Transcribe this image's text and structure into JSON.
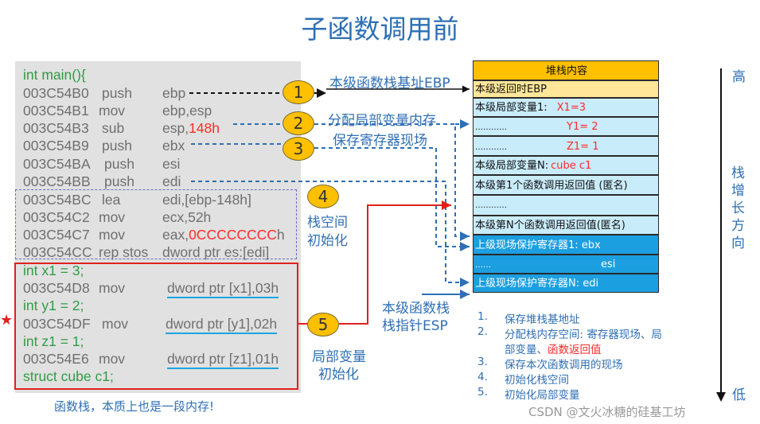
{
  "title": "子函数调用前",
  "code": {
    "header": "int main(){",
    "lines": [
      {
        "addr": "003C54B0",
        "op": "push",
        "arg": "ebp"
      },
      {
        "addr": "003C54B1",
        "op": "mov",
        "arg": "ebp,esp"
      },
      {
        "addr": "003C54B3",
        "op": "sub",
        "arg": "esp,",
        "arg_red": "148h"
      },
      {
        "addr": "003C54B9",
        "op": "push",
        "arg": "ebx"
      },
      {
        "addr": "003C54BA",
        "op": "push",
        "arg": "esi"
      },
      {
        "addr": "003C54BB",
        "op": "push",
        "arg": "edi"
      },
      {
        "addr": "003C54BC",
        "op": "lea",
        "arg": "edi,[ebp-148h]"
      },
      {
        "addr": "003C54C2",
        "op": "mov",
        "arg": "ecx,52h"
      },
      {
        "addr": "003C54C7",
        "op": "mov",
        "arg": "eax,",
        "arg_red": "0CCCCCCCC",
        "arg_tail": "h"
      },
      {
        "addr": "003C54CC",
        "op": "rep stos",
        "arg": "dword ptr es:[edi]"
      }
    ],
    "locals": [
      {
        "src": "int x1 = 3;",
        "addr": "003C54D8",
        "op": "mov",
        "arg": "dword ptr [x1],03h"
      },
      {
        "src": "int y1 = 2;",
        "addr": "003C54DF",
        "op": "mov",
        "arg": "dword ptr [y1],02h"
      },
      {
        "src": "int z1 = 1;",
        "addr": "003C54E6",
        "op": "mov",
        "arg": "dword ptr [z1],01h"
      }
    ],
    "struct_line": "struct cube c1;"
  },
  "footer_note": "函数栈，本质上也是一段内存!",
  "star": "★",
  "markers": [
    "1",
    "2",
    "3",
    "4",
    "5"
  ],
  "annotations": {
    "a1": "本级函数栈基址EBP",
    "a2": "分配局部变量内存",
    "a3": "保存寄存器现场",
    "a4_line1": "栈空间",
    "a4_line2": "初始化",
    "a5_line1": "局部变量",
    "a5_line2": "初始化",
    "esp_line1": "本级函数栈",
    "esp_line2": "栈指针ESP"
  },
  "stack": {
    "header": "堆栈内容",
    "ret": "本级返回时EBP",
    "local1_label": "本级局部变量1:",
    "local1_val": "X1=3",
    "dots1": "…………",
    "y1": "Y1= 2",
    "dots2": "…………",
    "z1": "Z1= 1",
    "localN_label": "本级局部变量N:",
    "localN_val": "cube c1",
    "ret1": "本级第1个函数调用返回值 (匿名)",
    "dots3": "…………",
    "retN": "本级第N个函数调用返回值(匿名)",
    "reg1": "上级现场保护寄存器1: ebx",
    "dots4": "……",
    "esi": "esi",
    "regN": "上级现场保护寄存器N: edi",
    "colors": {
      "header": "#ffc000",
      "ret": "#ffe699",
      "light": "#c9ecfb",
      "dark": "#1c9fe0"
    }
  },
  "axis": {
    "top": "高",
    "middle": [
      "栈",
      "增",
      "长",
      "方",
      "向"
    ],
    "bottom": "低"
  },
  "steps": [
    {
      "num": "1.",
      "text": "保存堆栈基地址"
    },
    {
      "num": "2.",
      "text": "分配栈内存空间: 寄存器现场、局"
    },
    {
      "num": "",
      "text": "部变量、",
      "text_red": "函数返回值"
    },
    {
      "num": "3.",
      "text": "保存本次函数调用的现场"
    },
    {
      "num": "4.",
      "text": "初始化栈空间"
    },
    {
      "num": "5.",
      "text": "初始化局部变量"
    }
  ],
  "watermark": "CSDN @文火冰糖的硅基工坊"
}
